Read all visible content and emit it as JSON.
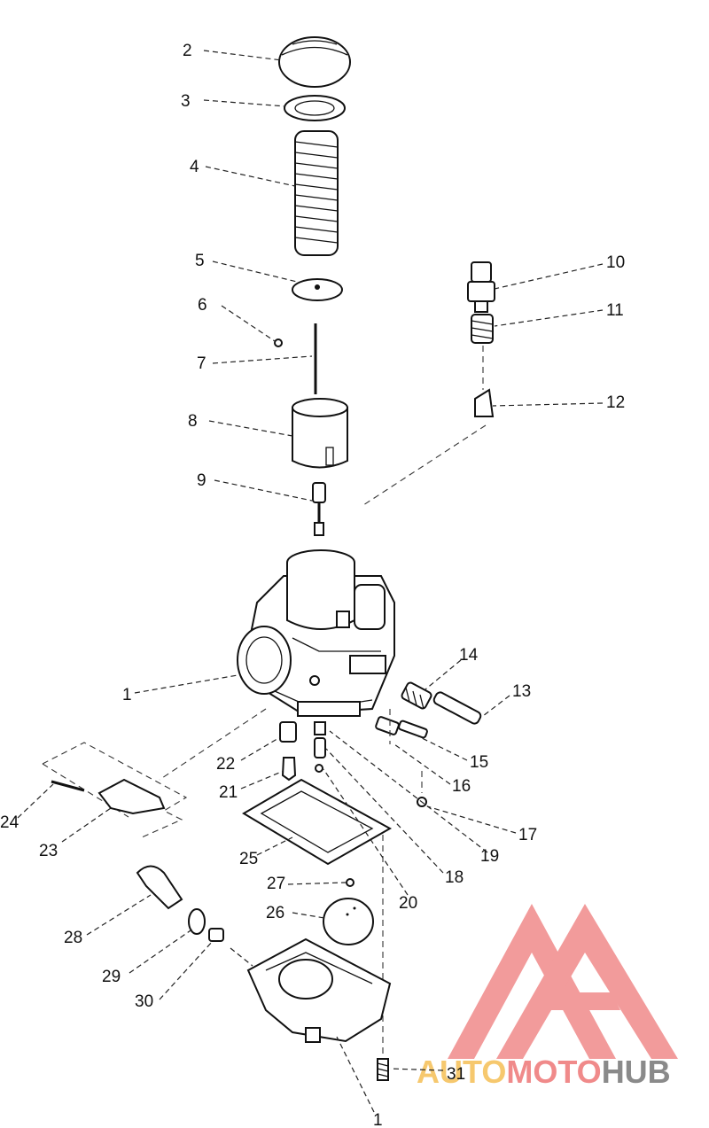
{
  "labels": {
    "l1a": "1",
    "l1b": "1",
    "l2": "2",
    "l3": "3",
    "l4": "4",
    "l5": "5",
    "l6": "6",
    "l7": "7",
    "l8": "8",
    "l9": "9",
    "l10": "10",
    "l11": "11",
    "l12": "12",
    "l13": "13",
    "l14": "14",
    "l15": "15",
    "l16": "16",
    "l17": "17",
    "l18": "18",
    "l19": "19",
    "l20": "20",
    "l21": "21",
    "l22": "22",
    "l23": "23",
    "l24": "24",
    "l25": "25",
    "l26": "26",
    "l27": "27",
    "l28": "28",
    "l29": "29",
    "l30": "30",
    "l31": "31"
  },
  "watermark": {
    "auto": "AUTO",
    "moto": "MOTO",
    "hub": "HUB",
    "colors": {
      "auto": "#f6c86e",
      "moto": "#f08a8a",
      "hub": "#8a8a8a",
      "logo": "#f08a8a"
    }
  }
}
